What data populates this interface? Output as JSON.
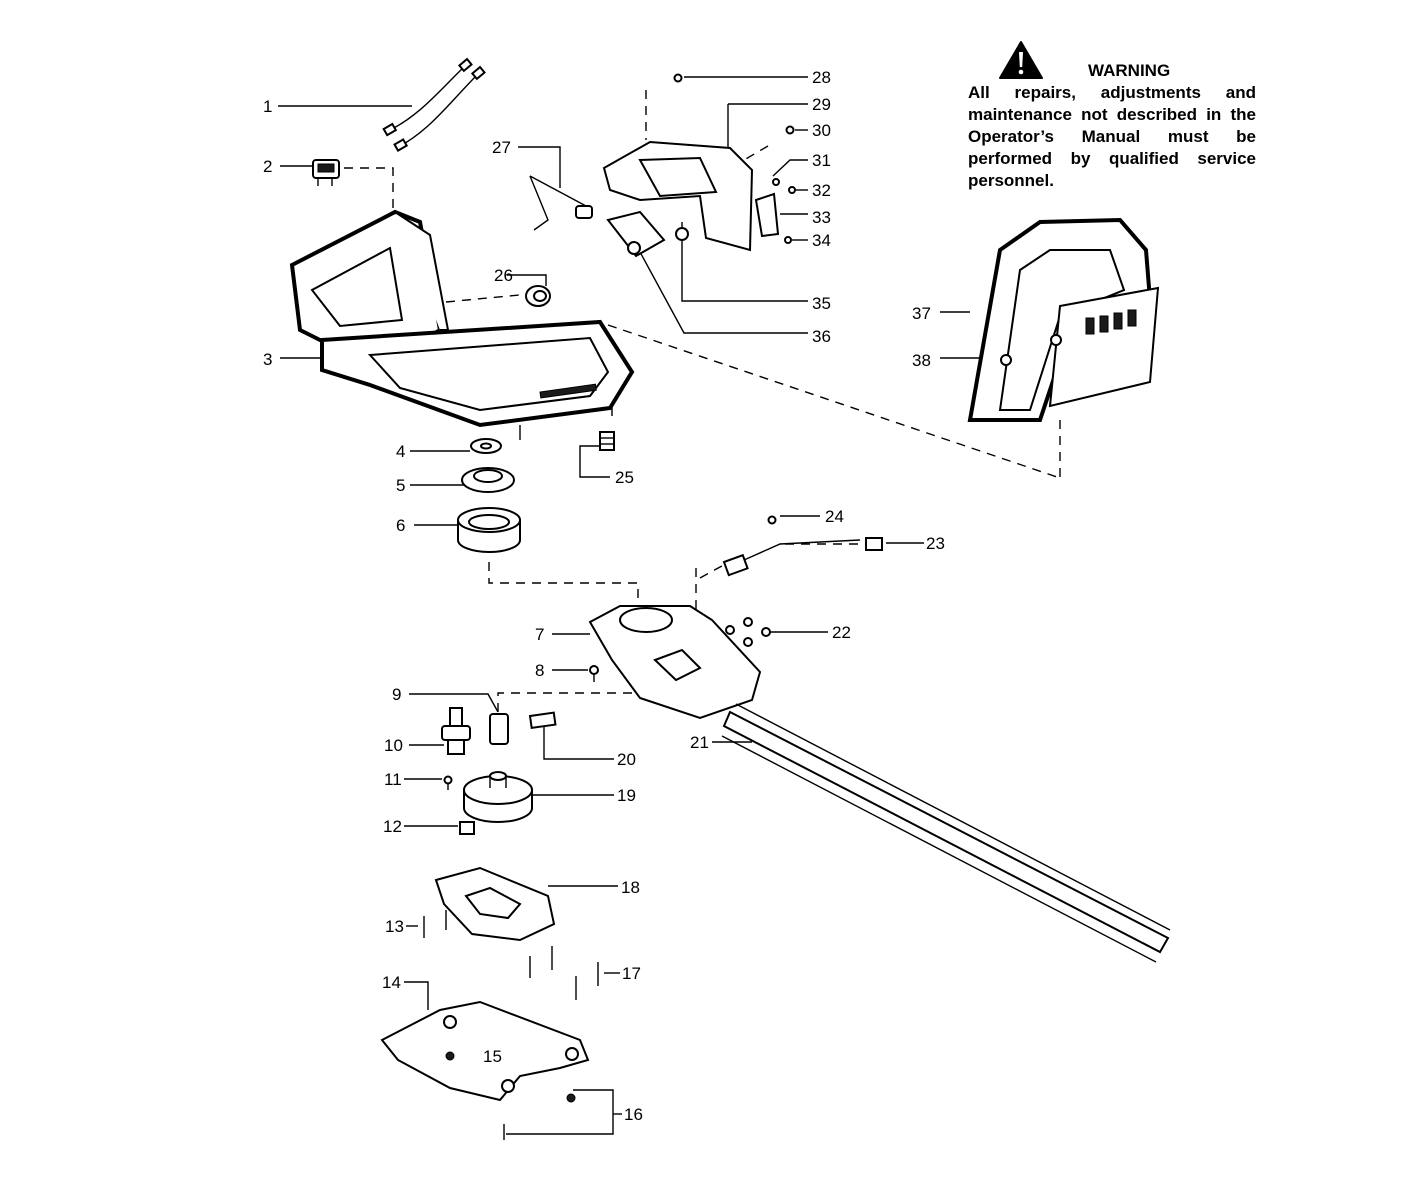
{
  "warning": {
    "title": "WARNING",
    "text": "All repairs, adjustments and maintenance not described in the Operator’s Manual must be performed by qualified service personnel.",
    "icon": "warning-triangle-icon"
  },
  "callouts": [
    "1",
    "2",
    "3",
    "4",
    "5",
    "6",
    "7",
    "8",
    "9",
    "10",
    "11",
    "12",
    "13",
    "14",
    "15",
    "16",
    "17",
    "18",
    "19",
    "20",
    "21",
    "22",
    "23",
    "24",
    "25",
    "26",
    "27",
    "28",
    "29",
    "30",
    "31",
    "32",
    "33",
    "34",
    "35",
    "36",
    "37",
    "38"
  ]
}
